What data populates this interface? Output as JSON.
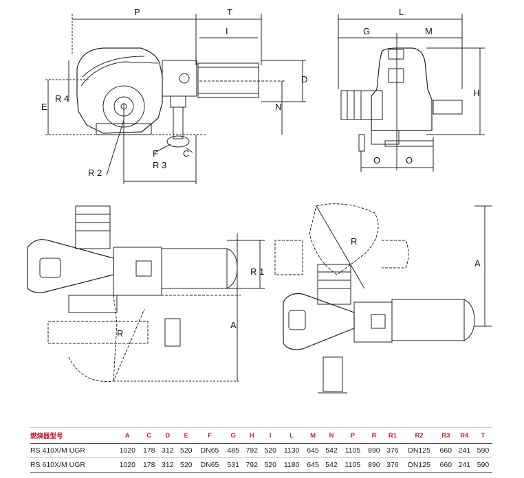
{
  "diagram": {
    "side_view": {
      "labels": {
        "P": "P",
        "T": "T",
        "I": "I",
        "D": "D",
        "E": "E",
        "N": "N",
        "R4": "R 4",
        "R2": "R 2",
        "R3": "R 3",
        "F": "F",
        "C": "C"
      }
    },
    "front_view": {
      "labels": {
        "L": "L",
        "G": "G",
        "M": "M",
        "H": "H",
        "O1": "O",
        "O2": "O"
      }
    },
    "top_view_left": {
      "labels": {
        "R1": "R 1",
        "A": "A",
        "R": "R"
      }
    },
    "top_view_right": {
      "labels": {
        "R": "R",
        "A": "A"
      }
    }
  },
  "table": {
    "headers": [
      "燃烧器型号",
      "A",
      "C",
      "D",
      "E",
      "F",
      "G",
      "H",
      "I",
      "L",
      "M",
      "N",
      "P",
      "R",
      "R1",
      "R2",
      "R3",
      "R4",
      "T"
    ],
    "rows": [
      [
        "RS 410X/M UGR",
        "1020",
        "178",
        "312",
        "520",
        "DN65",
        "485",
        "792",
        "520",
        "1130",
        "645",
        "542",
        "1105",
        "890",
        "376",
        "DN125",
        "660",
        "241",
        "590"
      ],
      [
        "RS 610X/M UGR",
        "1020",
        "178",
        "312",
        "520",
        "DN65",
        "531",
        "792",
        "520",
        "1180",
        "645",
        "542",
        "1105",
        "890",
        "376",
        "DN125",
        "660",
        "241",
        "590"
      ]
    ]
  }
}
